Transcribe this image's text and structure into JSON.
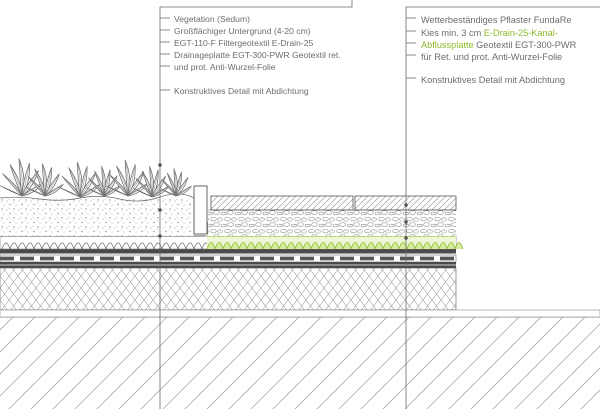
{
  "left_callout": {
    "lines": [
      "Vegetation (Sedum)",
      "Großflächiger Untergrund (4-20 cm)",
      "EGT-110-F Filtergeotextil E-Drain-25",
      "Drainageplatte EGT-300-PWR Geotextil ret.",
      "und prot. Anti-Wurzel-Folie"
    ],
    "detail": "Konstruktives Detail mit Abdichtung"
  },
  "right_callout": {
    "line1": "Wetterbeständiges Pflaster FundaRe",
    "line2_a": "Kies min. 3 cm ",
    "line2_b": "E-Drain-25-Kanal-",
    "line3_a": "Abflussplatte",
    "line3_b": " Geotextil EGT-300-PWR",
    "line4": "für Ret. und prot. Anti-Wurzel-Folie",
    "detail": "Konstruktives Detail mit Abdichtung"
  },
  "colors": {
    "line": "#6a6a6a",
    "text": "#6d6d6d",
    "accent_green": "#8dbb2c",
    "layer_dark": "#4a4a4a"
  }
}
